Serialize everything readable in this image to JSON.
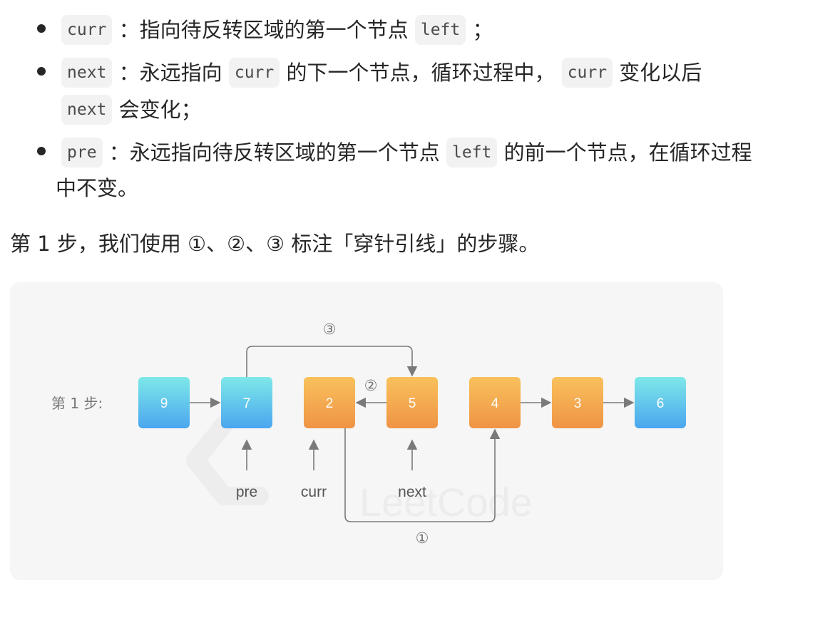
{
  "bullets": [
    {
      "code": "curr",
      "text1": "：指向待反转区域的第一个节点",
      "code2": "left",
      "text2": "；"
    },
    {
      "code": "next",
      "text1": "：永远指向",
      "code2": "curr",
      "text2": "的下一个节点，循环过程中，",
      "code3": "curr",
      "text3": "变化以后",
      "code4": "next",
      "text4": "会变化；"
    },
    {
      "code": "pre",
      "text1": "：永远指向待反转区域的第一个节点",
      "code2": "left",
      "text2": "的前一个节点，在循环过程",
      "text3": "中不变。"
    }
  ],
  "step_paragraph": "第 1 步，我们使用 ①、②、③ 标注「穿针引线」的步骤。",
  "figure": {
    "step_label": "第 1 步:",
    "nodes": [
      {
        "value": "9",
        "color": "blue"
      },
      {
        "value": "7",
        "color": "blue"
      },
      {
        "value": "2",
        "color": "orange"
      },
      {
        "value": "5",
        "color": "orange"
      },
      {
        "value": "4",
        "color": "orange"
      },
      {
        "value": "3",
        "color": "orange"
      },
      {
        "value": "6",
        "color": "blue"
      }
    ],
    "pointers": {
      "pre": "pre",
      "curr": "curr",
      "next": "next"
    },
    "markers": {
      "one": "①",
      "two": "②",
      "three": "③"
    },
    "watermark": "LeetCode",
    "colors": {
      "blue_top": "#7ee8e8",
      "blue_bottom": "#4aa6ef",
      "orange_top": "#f9c15c",
      "orange_bottom": "#ef9445",
      "arrow": "#7a7a7a",
      "card_bg": "#f6f6f6"
    }
  }
}
